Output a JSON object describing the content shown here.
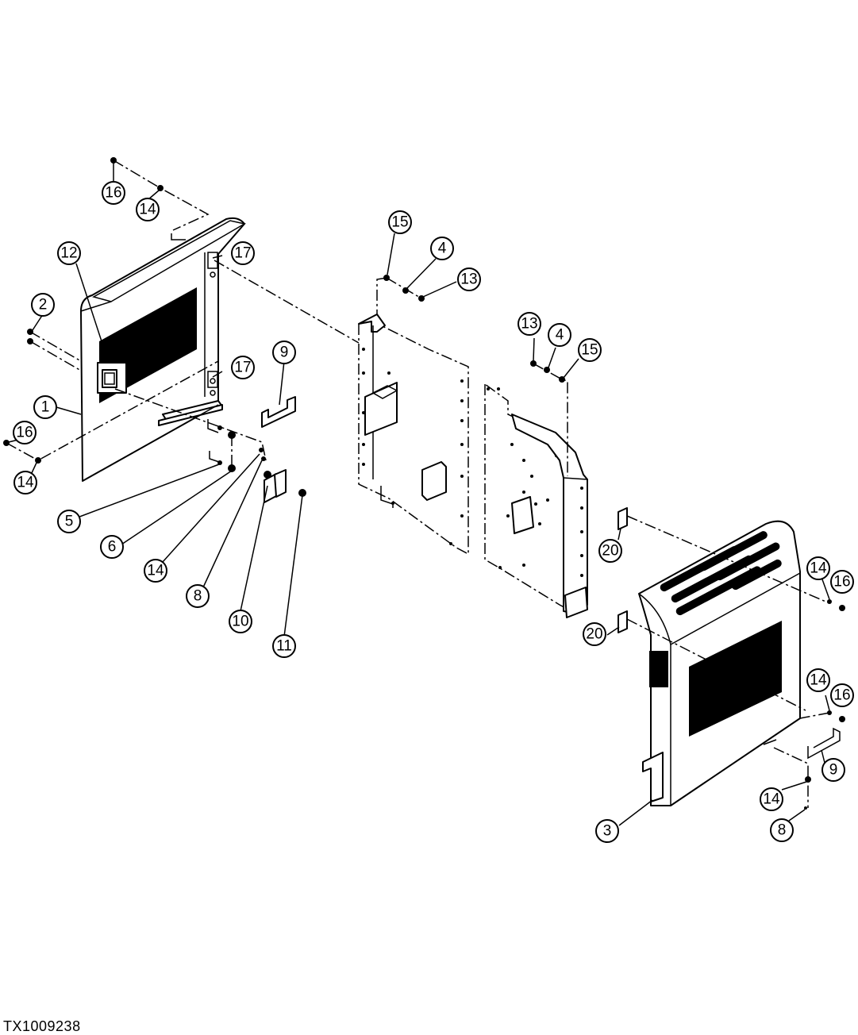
{
  "figure_id": "TX1009238",
  "callouts": [
    {
      "label": "1"
    },
    {
      "label": "2"
    },
    {
      "label": "3"
    },
    {
      "label": "4"
    },
    {
      "label": "4"
    },
    {
      "label": "5"
    },
    {
      "label": "6"
    },
    {
      "label": "8"
    },
    {
      "label": "8"
    },
    {
      "label": "9"
    },
    {
      "label": "9"
    },
    {
      "label": "10"
    },
    {
      "label": "11"
    },
    {
      "label": "12"
    },
    {
      "label": "13"
    },
    {
      "label": "13"
    },
    {
      "label": "14"
    },
    {
      "label": "14"
    },
    {
      "label": "14"
    },
    {
      "label": "14"
    },
    {
      "label": "14"
    },
    {
      "label": "14"
    },
    {
      "label": "15"
    },
    {
      "label": "15"
    },
    {
      "label": "16"
    },
    {
      "label": "16"
    },
    {
      "label": "16"
    },
    {
      "label": "16"
    },
    {
      "label": "17"
    },
    {
      "label": "17"
    },
    {
      "label": "20"
    },
    {
      "label": "20"
    }
  ]
}
